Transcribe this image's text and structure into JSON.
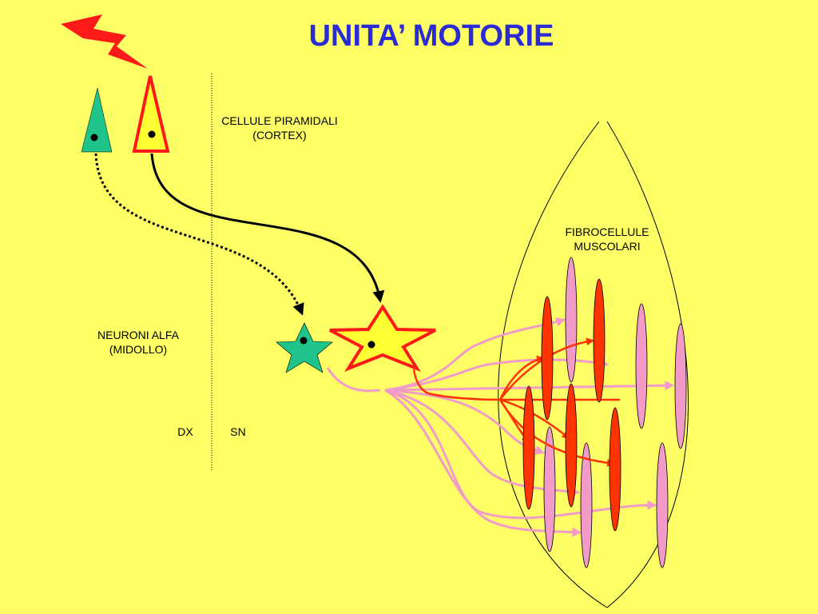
{
  "title": "UNITA’ MOTORIE",
  "labels": {
    "pyramidal": [
      "CELLULE PIRAMIDALI",
      "(CORTEX)"
    ],
    "alpha": [
      "NEURONI ALFA",
      "(MIDOLLO)"
    ],
    "muscle": [
      "FIBROCELLULE",
      "MUSCOLARI"
    ],
    "left_side": "DX",
    "right_side": "SN"
  },
  "colors": {
    "background": "#ffff66",
    "title": "#2b2bd6",
    "left_cells": "#1fc48b",
    "right_cells": "#ffff33",
    "right_cell_outline": "#ff1a1a",
    "red_fibers": "#ff3300",
    "pink_fibers": "#f29bc9",
    "lightning": "#ff1a1a"
  },
  "icons": {
    "stimulus": "lightning-bolt-icon"
  }
}
